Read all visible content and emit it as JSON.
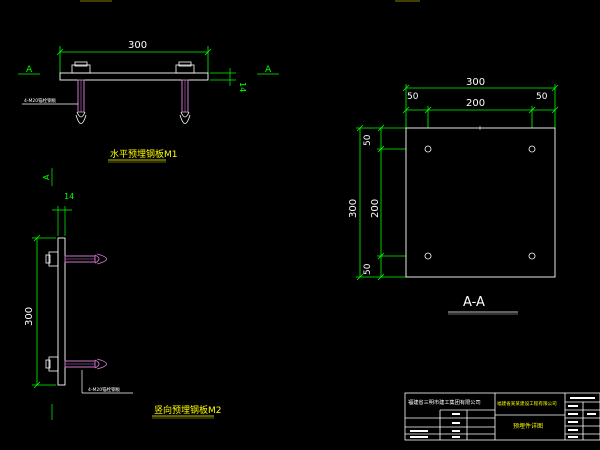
{
  "colors": {
    "bg": "#000000",
    "line": "#ffffff",
    "dim": "#00ff00",
    "label": "#ffff00",
    "bolt": "#cc77cc",
    "titleblock": "#ffffff"
  },
  "top_view": {
    "dim_width": "300",
    "dim_thick": "14",
    "section_left": "A",
    "section_right": "A",
    "bolt_label": "4-M20锚栓钢板",
    "caption": "水平预埋钢板M1"
  },
  "side_view": {
    "dim_height": "300",
    "dim_thick": "14",
    "section_mark": "A",
    "bolt_label": "4-M20锚栓钢板",
    "caption": "竖向预埋钢板M2"
  },
  "section_view": {
    "dim_total_w": "300",
    "dim_inner_w": "200",
    "dim_left_off": "50",
    "dim_right_off": "50",
    "dim_total_h": "300",
    "dim_inner_h": "200",
    "dim_top_off": "50",
    "dim_bot_off": "50",
    "caption": "A-A"
  },
  "title_block": {
    "company": "福建省三明市建工集团有限公司",
    "project": "福建省某某建设工程有限公司",
    "drawing": "预埋件详图"
  }
}
